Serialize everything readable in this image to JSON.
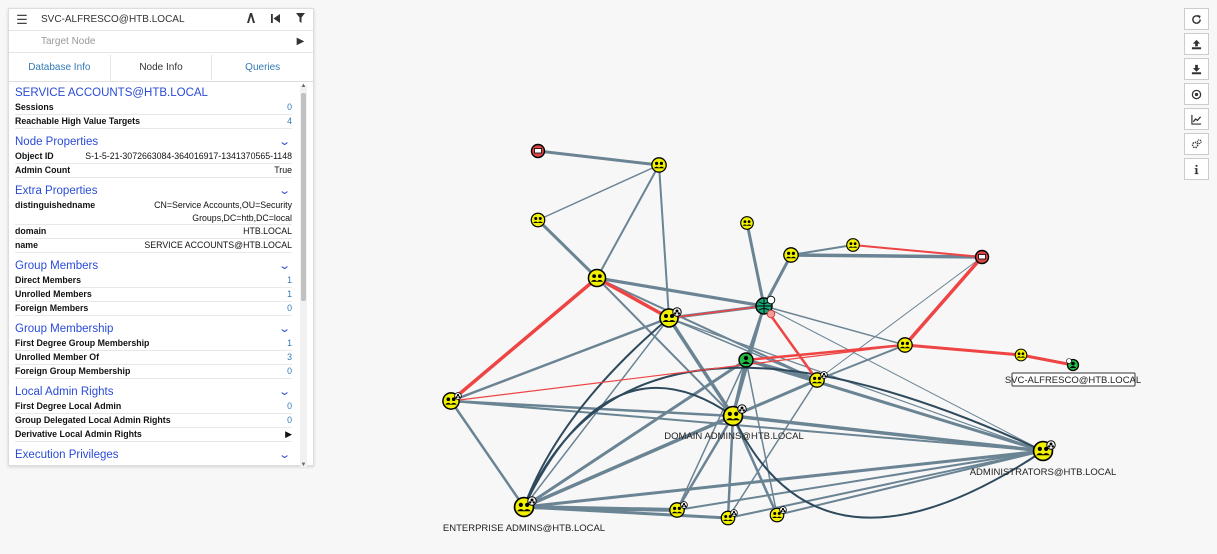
{
  "search": {
    "start_node": "SVC-ALFRESCO@HTB.LOCAL",
    "target_placeholder": "Target Node"
  },
  "tabs": [
    {
      "label": "Database Info",
      "active": false
    },
    {
      "label": "Node Info",
      "active": true
    },
    {
      "label": "Queries",
      "active": false
    }
  ],
  "node": {
    "title": "SERVICE ACCOUNTS@HTB.LOCAL",
    "summary": [
      {
        "key": "Sessions",
        "value": "0"
      },
      {
        "key": "Reachable High Value Targets",
        "value": "4"
      }
    ],
    "node_properties": {
      "title": "Node Properties",
      "rows": [
        {
          "key": "Object ID",
          "value": "S-1-5-21-3072663084-364016917-1341370565-1148"
        },
        {
          "key": "Admin Count",
          "value": "True"
        }
      ]
    },
    "extra_properties": {
      "title": "Extra Properties",
      "rows": [
        {
          "key": "distinguishedname",
          "value": "CN=Service Accounts,OU=Security Groups,DC=htb,DC=local"
        },
        {
          "key": "domain",
          "value": "HTB.LOCAL"
        },
        {
          "key": "name",
          "value": "SERVICE ACCOUNTS@HTB.LOCAL"
        }
      ]
    },
    "group_members": {
      "title": "Group Members",
      "rows": [
        {
          "key": "Direct Members",
          "value": "1"
        },
        {
          "key": "Unrolled Members",
          "value": "1"
        },
        {
          "key": "Foreign Members",
          "value": "0"
        }
      ]
    },
    "group_membership": {
      "title": "Group Membership",
      "rows": [
        {
          "key": "First Degree Group Membership",
          "value": "1"
        },
        {
          "key": "Unrolled Member Of",
          "value": "3"
        },
        {
          "key": "Foreign Group Membership",
          "value": "0"
        }
      ]
    },
    "local_admin": {
      "title": "Local Admin Rights",
      "rows": [
        {
          "key": "First Degree Local Admin",
          "value": "0"
        },
        {
          "key": "Group Delegated Local Admin Rights",
          "value": "0"
        },
        {
          "key": "Derivative Local Admin Rights",
          "value": "▶"
        }
      ]
    },
    "execution": {
      "title": "Execution Privileges"
    }
  },
  "graph": {
    "labels": {
      "domain_admins": "DOMAIN ADMINS@HTB.LOCAL",
      "administrators": "ADMINISTRATORS@HTB.LOCAL",
      "enterprise_admins": "ENTERPRISE ADMINS@HTB.LOCAL",
      "svc_alfresco": "SVC-ALFRESCO@HTB.LOCAL"
    },
    "colors": {
      "edge_normal": "#6b8494",
      "edge_curve": "#2e4a5c",
      "edge_path": "#ee4444",
      "group_node": "#f0f000",
      "user_node": "#22bb44",
      "computer_node": "#e04545",
      "domain_node": "#18a878"
    }
  },
  "toolbar": {
    "icons": [
      "refresh-icon",
      "upload-icon",
      "download-icon",
      "target-icon",
      "chart-icon",
      "settings-icon",
      "info-icon"
    ]
  }
}
